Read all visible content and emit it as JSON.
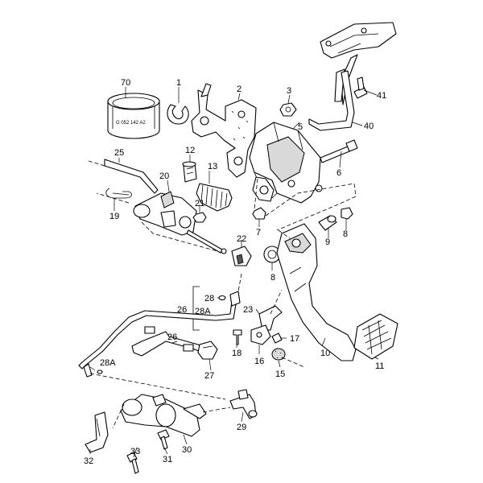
{
  "part_marking": "G 052 142 A2",
  "callouts": [
    {
      "key": "70",
      "text": "70"
    },
    {
      "key": "1",
      "text": "1"
    },
    {
      "key": "2",
      "text": "2"
    },
    {
      "key": "3",
      "text": "3"
    },
    {
      "key": "5",
      "text": "5"
    },
    {
      "key": "41",
      "text": "41"
    },
    {
      "key": "40",
      "text": "40"
    },
    {
      "key": "25",
      "text": "25"
    },
    {
      "key": "12",
      "text": "12"
    },
    {
      "key": "13",
      "text": "13"
    },
    {
      "key": "20",
      "text": "20"
    },
    {
      "key": "6",
      "text": "6"
    },
    {
      "key": "21",
      "text": "21"
    },
    {
      "key": "19",
      "text": "19"
    },
    {
      "key": "7",
      "text": "7"
    },
    {
      "key": "9",
      "text": "9"
    },
    {
      "key": "8a",
      "text": "8"
    },
    {
      "key": "22",
      "text": "22"
    },
    {
      "key": "8b",
      "text": "8"
    },
    {
      "key": "28a",
      "text": "28"
    },
    {
      "key": "26a",
      "text": "26"
    },
    {
      "key": "28Aa",
      "text": "28A"
    },
    {
      "key": "23",
      "text": "23"
    },
    {
      "key": "17",
      "text": "17"
    },
    {
      "key": "26b",
      "text": "26"
    },
    {
      "key": "18",
      "text": "18"
    },
    {
      "key": "16",
      "text": "16"
    },
    {
      "key": "10",
      "text": "10"
    },
    {
      "key": "11",
      "text": "11"
    },
    {
      "key": "28Ab",
      "text": "28A"
    },
    {
      "key": "27",
      "text": "27"
    },
    {
      "key": "15",
      "text": "15"
    },
    {
      "key": "29",
      "text": "29"
    },
    {
      "key": "33",
      "text": "33"
    },
    {
      "key": "30",
      "text": "30"
    },
    {
      "key": "32",
      "text": "32"
    },
    {
      "key": "31",
      "text": "31"
    }
  ]
}
